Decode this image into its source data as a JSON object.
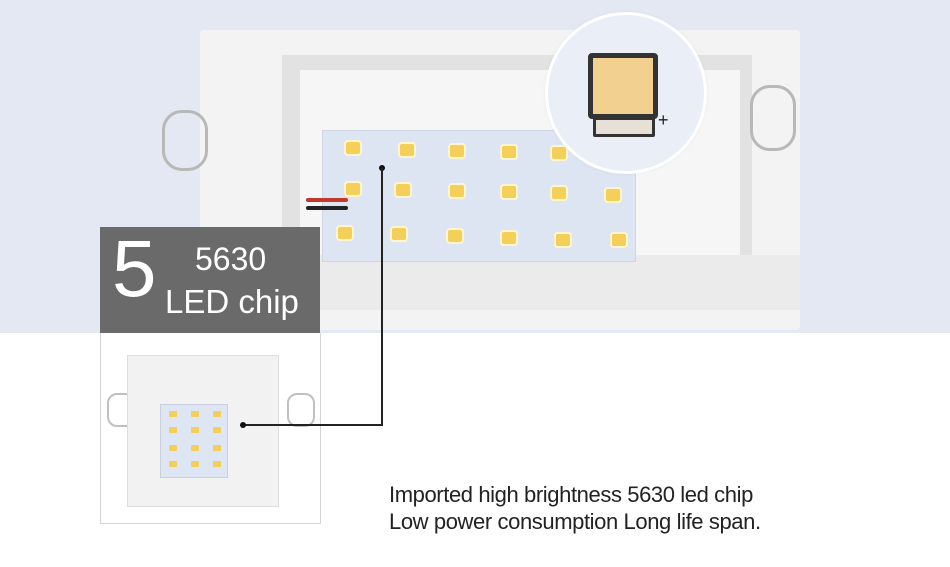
{
  "feature": {
    "number": "5",
    "chip_model": "5630",
    "chip_name": "LED chip"
  },
  "description": {
    "line1": "Imported high brightness 5630 led chip",
    "line2": "Low power consumption Long life span."
  },
  "icons": [
    "led-chip-zoom-icon",
    "plus-terminal-icon"
  ],
  "colors": {
    "label_bg": "#6a6a6a",
    "hero_bg": "#e3e8f3",
    "chip": "#f4cf5a"
  }
}
